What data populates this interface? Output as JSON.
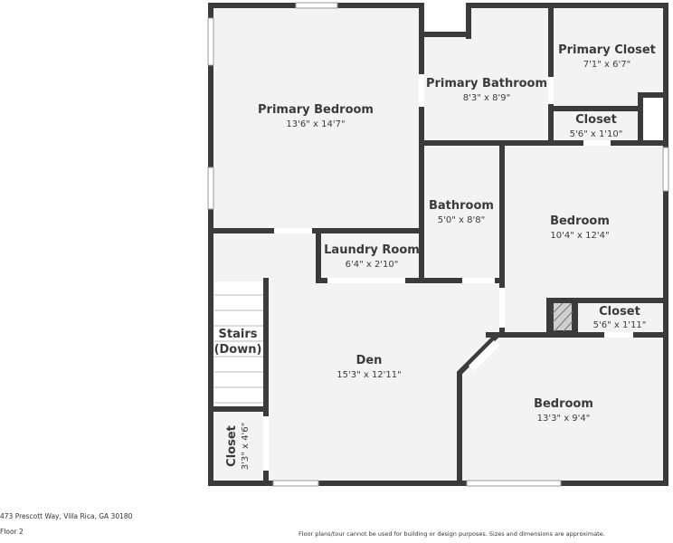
{
  "rooms": {
    "primary_bedroom": {
      "name": "Primary Bedroom",
      "dims": "13'6\" x 14'7\""
    },
    "primary_bathroom": {
      "name": "Primary Bathroom",
      "dims": "8'3\" x 8'9\""
    },
    "primary_closet": {
      "name": "Primary Closet",
      "dims": "7'1\" x 6'7\""
    },
    "closet_upper": {
      "name": "Closet",
      "dims": "5'6\" x 1'10\""
    },
    "bathroom": {
      "name": "Bathroom",
      "dims": "5'0\" x 8'8\""
    },
    "bedroom_upper": {
      "name": "Bedroom",
      "dims": "10'4\" x 12'4\""
    },
    "laundry_room": {
      "name": "Laundry Room",
      "dims": "6'4\" x 2'10\""
    },
    "closet_right": {
      "name": "Closet",
      "dims": "5'6\" x 1'11\""
    },
    "stairs": {
      "name_line1": "Stairs",
      "name_line2": "(Down)"
    },
    "den": {
      "name": "Den",
      "dims": "15'3\" x 12'11\""
    },
    "bedroom_lower": {
      "name": "Bedroom",
      "dims": "13'3\" x 9'4\""
    },
    "closet_left": {
      "name": "Closet",
      "dims": "3'3\" x 4'6\""
    }
  },
  "footer": {
    "address": "473 Prescott Way, Villa Rica, GA 30180",
    "floor": "Floor 2",
    "disclaimer": "Floor plans/tour cannot be used for building or design purposes. Sizes and dimensions are approximate."
  },
  "colors": {
    "wall": "#3b3b3b",
    "floor": "#f3f3f3",
    "text": "#3a3a3a"
  }
}
